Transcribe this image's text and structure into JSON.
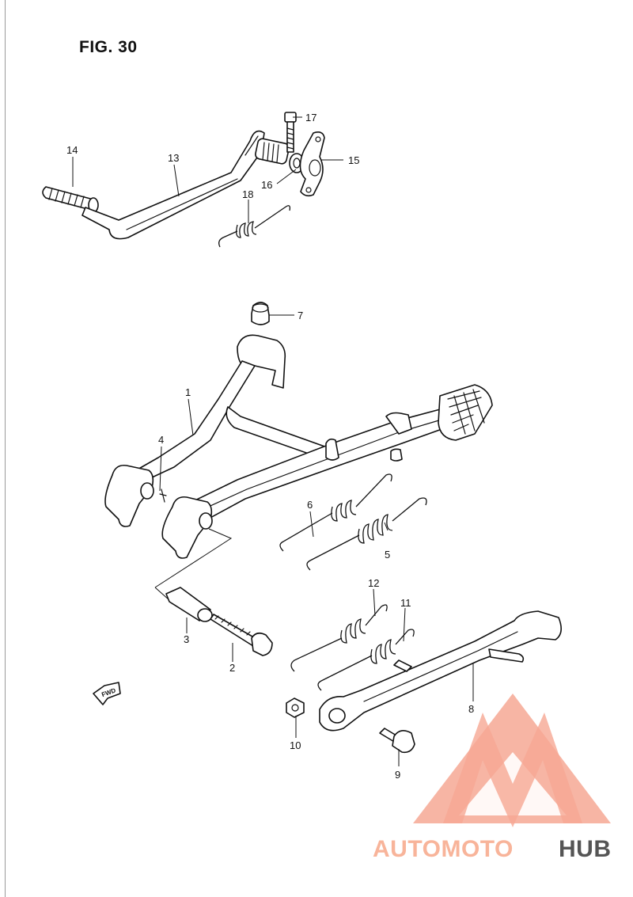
{
  "figure": {
    "title": "FIG. 30"
  },
  "fwd_marker": {
    "text": "FWD"
  },
  "callouts": [
    {
      "id": "1",
      "text": "1"
    },
    {
      "id": "2",
      "text": "2"
    },
    {
      "id": "3",
      "text": "3"
    },
    {
      "id": "4",
      "text": "4"
    },
    {
      "id": "5",
      "text": "5"
    },
    {
      "id": "6",
      "text": "6"
    },
    {
      "id": "7",
      "text": "7"
    },
    {
      "id": "8",
      "text": "8"
    },
    {
      "id": "9",
      "text": "9"
    },
    {
      "id": "10",
      "text": "10"
    },
    {
      "id": "11",
      "text": "11"
    },
    {
      "id": "12",
      "text": "12"
    },
    {
      "id": "13",
      "text": "13"
    },
    {
      "id": "14",
      "text": "14"
    },
    {
      "id": "15",
      "text": "15"
    },
    {
      "id": "16",
      "text": "16"
    },
    {
      "id": "17",
      "text": "17"
    },
    {
      "id": "18",
      "text": "18"
    }
  ],
  "watermark": {
    "part1": "AUTOMOTO",
    "part2": "HUB",
    "color_primary": "#f5b49a",
    "color_secondary": "#f8c4b0",
    "color_text_dark": "#555555"
  }
}
